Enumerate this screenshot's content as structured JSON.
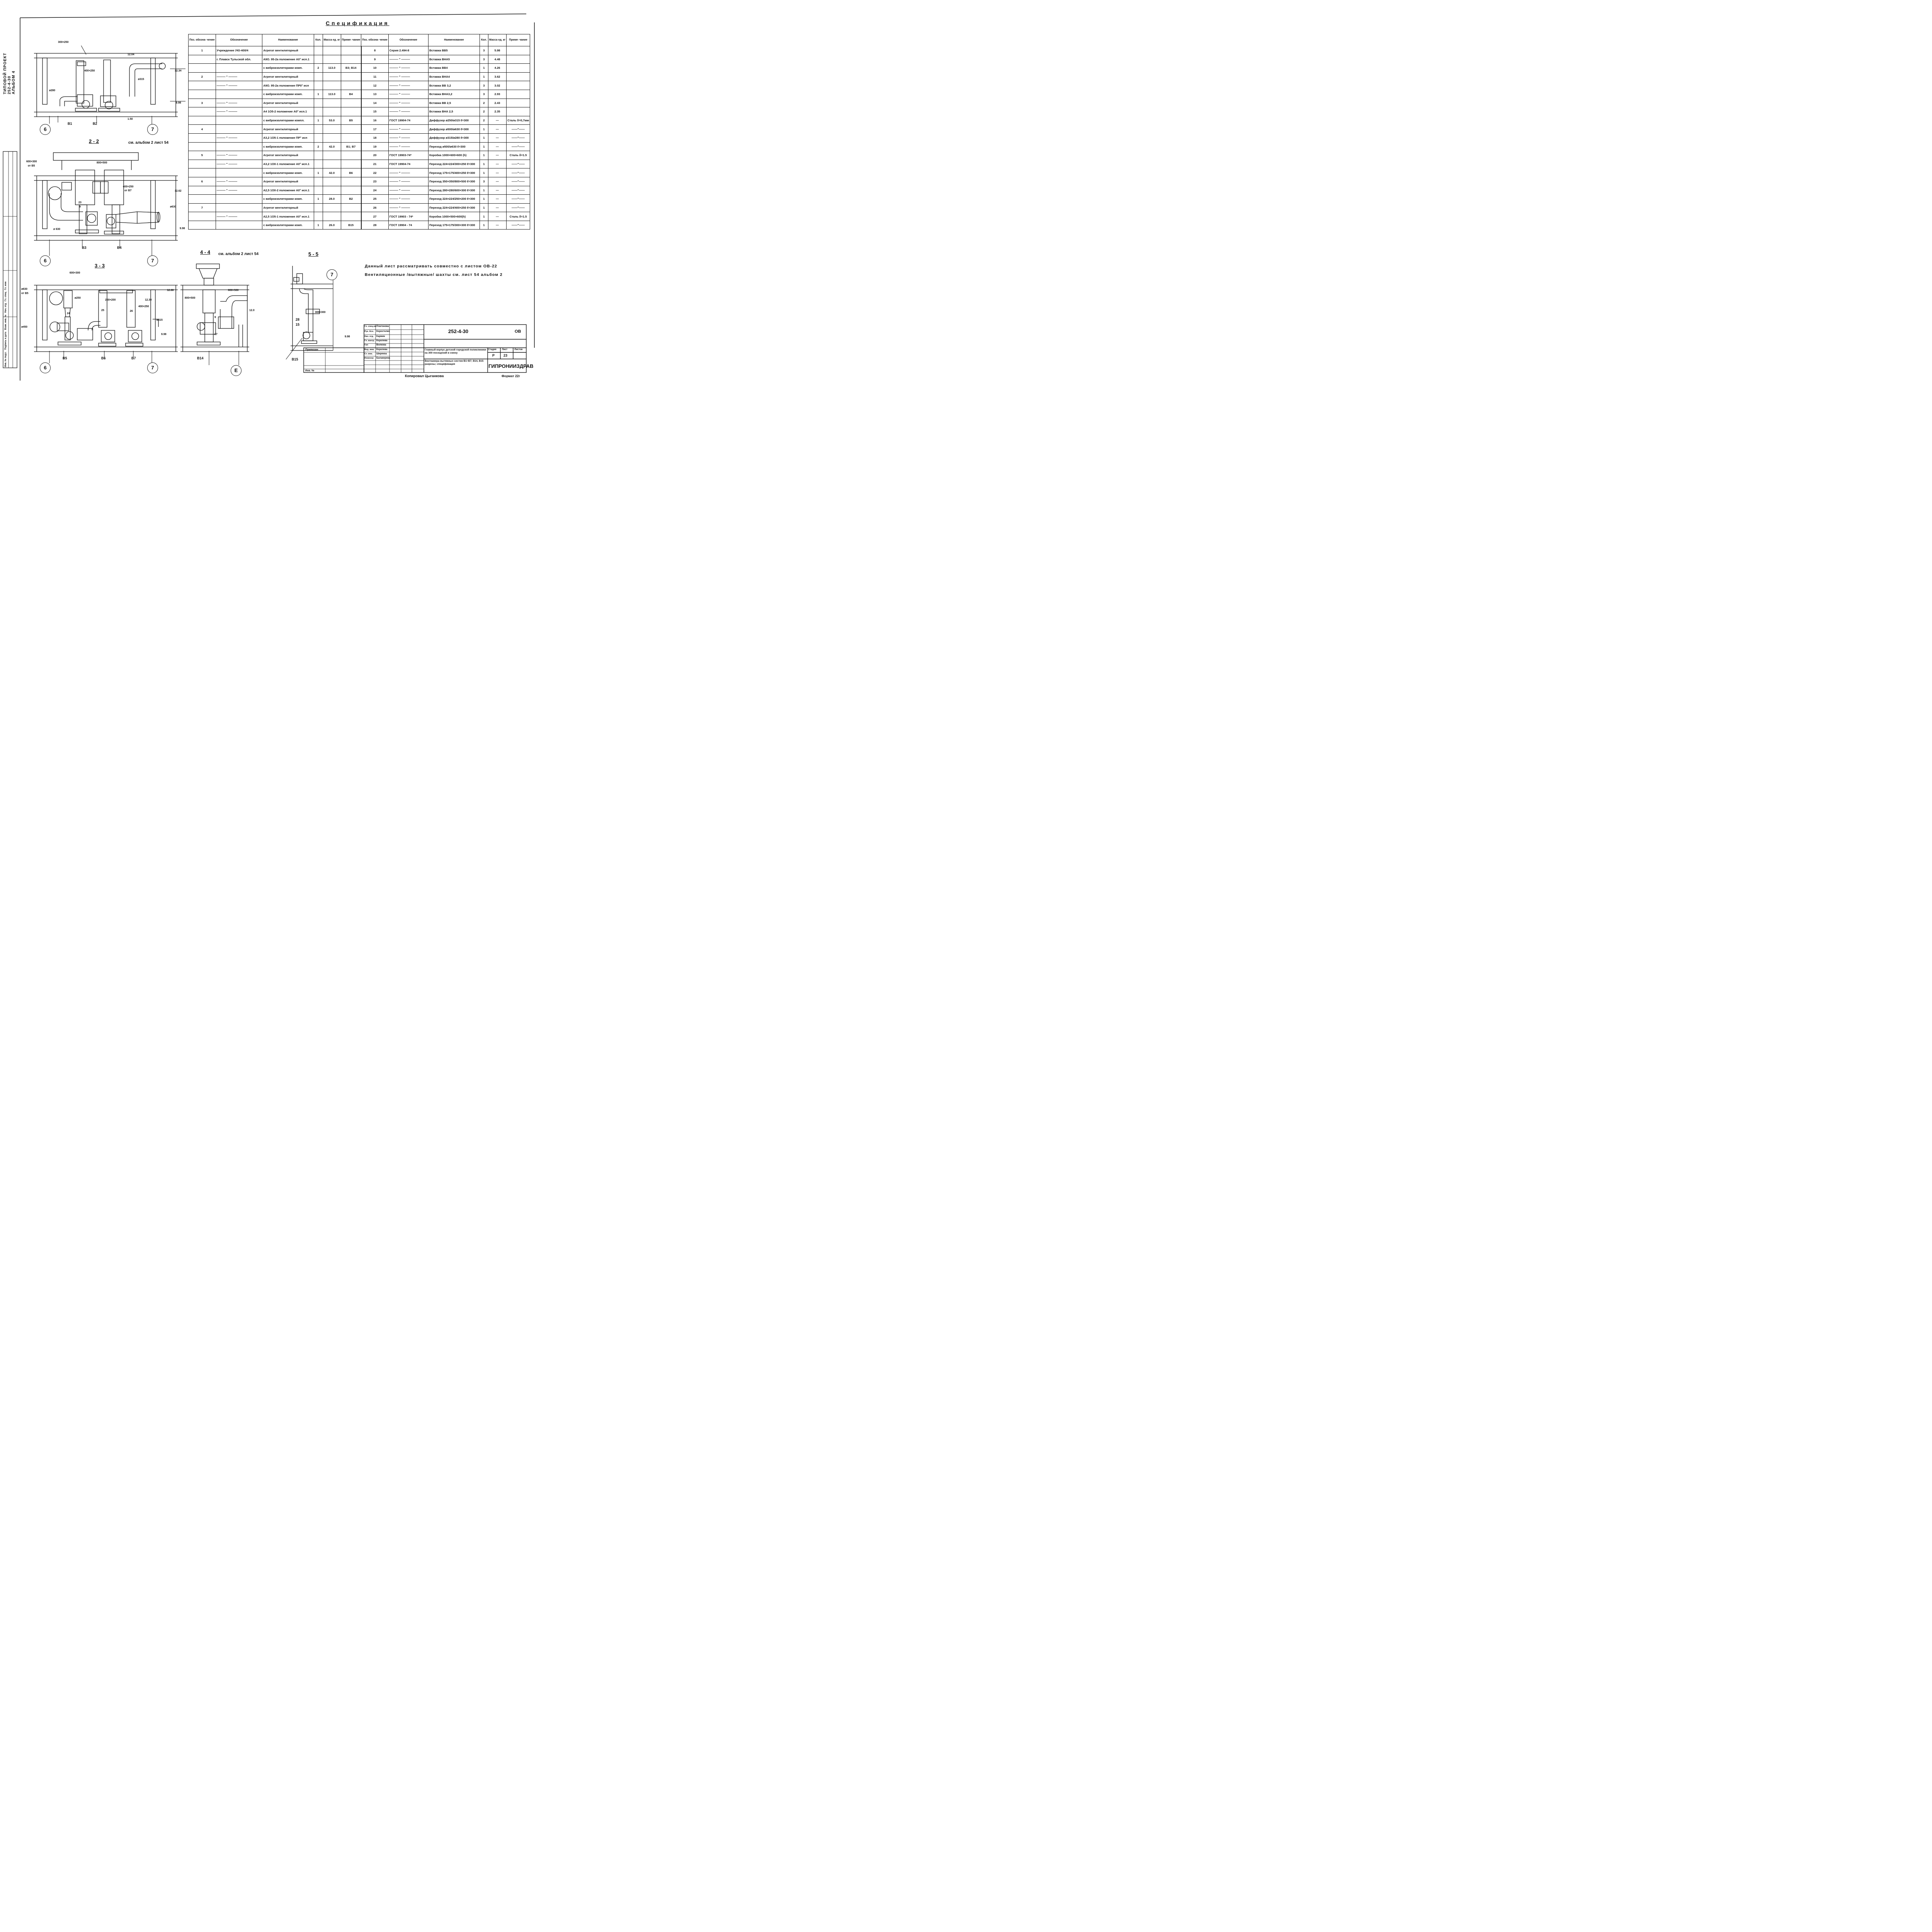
{
  "side_label": [
    "ТИПОВОЙ ПРОЕКТ",
    "252-4-30",
    "АЛЬБОМ 4"
  ],
  "spec": {
    "title": "Спецификация",
    "headers": [
      "Поз. обозна- чение",
      "Обозначение",
      "Наименование",
      "Кол.",
      "Масса ед. кг",
      "Приме- чание"
    ],
    "left_rows": [
      [
        "1",
        "Учреждение УЮ-400/4",
        "Агрегат вентиляторный",
        "",
        "",
        ""
      ],
      [
        "",
        "г. Плавск Тульской обл.",
        "А9О. 95-2а положение А0° исп.1",
        "",
        "",
        ""
      ],
      [
        "",
        "",
        "с виброизоляторами комп.",
        "2",
        "113.0",
        "В3; В14"
      ],
      [
        "2",
        "——— \" ———",
        "Агрегат вентиляторный",
        "",
        "",
        ""
      ],
      [
        "",
        "——— \" ———",
        "А9О. 95-2а положение ПР0° исп",
        "",
        "",
        ""
      ],
      [
        "",
        "",
        "с виброизоляторами комп.",
        "1",
        "113.0",
        "В4"
      ],
      [
        "3",
        "——— \" ———",
        "Агрегат вентиляторный",
        "",
        "",
        ""
      ],
      [
        "",
        "——— \" ———",
        "А4 1О5-2 положение А0° исп.1",
        "",
        "",
        ""
      ],
      [
        "",
        "",
        "с виброизоляторами компл.",
        "1",
        "53.0",
        "В5"
      ],
      [
        "4",
        "",
        "Агрегат вентиляторный",
        "",
        "",
        ""
      ],
      [
        "",
        "——— \" ———",
        "А3,2 1О5-1 положение ПР° исп",
        "",
        "",
        ""
      ],
      [
        "",
        "",
        "с виброизоляторами комп.",
        "2",
        "42.0",
        "В1; В7"
      ],
      [
        "5",
        "——— \" ———",
        "Агрегат вентиляторный",
        "",
        "",
        ""
      ],
      [
        "",
        "——— \" ———",
        "А3,2 1О0-1 положение А0° исп.1",
        "",
        "",
        ""
      ],
      [
        "",
        "",
        "с виброизоляторами комп.",
        "1",
        "42.0",
        "В6"
      ],
      [
        "6",
        "——— \" ———",
        "Агрегат вентиляторный",
        "",
        "",
        ""
      ],
      [
        "",
        "——— \" ———",
        "А2,5 1О0-2 положение А0° исп.1",
        "",
        "",
        ""
      ],
      [
        "",
        "",
        "с виброизоляторами комп.",
        "1",
        "28.0",
        "В2"
      ],
      [
        "7",
        "",
        "Агрегат вентиляторный",
        "",
        "",
        ""
      ],
      [
        "",
        "——— \" ———",
        "А2,5 1О5-1 положение А0° исп.1",
        "",
        "",
        ""
      ],
      [
        "",
        "",
        "с виброизоляторами комп.",
        "1",
        "26.0",
        "В15"
      ]
    ],
    "right_rows": [
      [
        "8",
        "Серия 2.494-8",
        "Вставка ВВ5",
        "3",
        "5.98",
        ""
      ],
      [
        "9",
        "——— \" ———",
        "Вставка ВНА5",
        "3",
        "4.48",
        ""
      ],
      [
        "10",
        "——— \" ———",
        "Вставка ВВ4",
        "1",
        "4.26",
        ""
      ],
      [
        "11",
        "——— \" ———",
        "Вставка ВНА4",
        "1",
        "3.62",
        ""
      ],
      [
        "12",
        "——— \" ———",
        "Вставка ВВ 3,2",
        "3",
        "3.02",
        ""
      ],
      [
        "13",
        "——— \" ———",
        "Вставка ВНА3,2",
        "3",
        "2.93",
        ""
      ],
      [
        "14",
        "——— \" ———",
        "Вставка ВВ 2,5",
        "2",
        "2.43",
        ""
      ],
      [
        "15",
        "——— \" ———",
        "Вставка ВНА 2,5",
        "2",
        "2.35",
        ""
      ],
      [
        "16",
        "ГОСТ 19904-74",
        "Диффузор ø250/ø315 ℓ=300",
        "2",
        "—",
        "Сталь δ=0,7мм"
      ],
      [
        "17",
        "——— \" ———",
        "Диффузор ø500/ø630 ℓ=300",
        "1",
        "—",
        "——\"——"
      ],
      [
        "18",
        "——— \" ———",
        "Диффузор ø315/ø280 ℓ=300",
        "1",
        "—",
        "——\"——"
      ],
      [
        "19",
        "——— \" ———",
        "Переход ø500/ø630 ℓ=300",
        "1",
        "—",
        "——\"——"
      ],
      [
        "20",
        "ГОСТ 19903-74*",
        "Коробка 1000×600×600 (h)",
        "1",
        "—",
        "Сталь δ=1.5"
      ],
      [
        "21",
        "ГОСТ 19904-74",
        "Переход 224×224/300×250 ℓ=300",
        "1",
        "—",
        "——\"——"
      ],
      [
        "22",
        "——— \" ———",
        "Переход 175×175/400×250 ℓ=300",
        "1",
        "—",
        "——\"——"
      ],
      [
        "23",
        "——— \" ———",
        "Переход 350×350/800×500 ℓ=300",
        "3",
        "—",
        "——\"——"
      ],
      [
        "24",
        "——— \" ———",
        "Переход 280×280/600×300 ℓ=300",
        "1",
        "—",
        "——\"——"
      ],
      [
        "25",
        "——— \" ———",
        "Переход 224×224/250×200 ℓ=300",
        "1",
        "—",
        "——\"——"
      ],
      [
        "26",
        "——— \" ———",
        "Переход 224×224/400×250 ℓ=300",
        "1",
        "—",
        "——\"——"
      ],
      [
        "27",
        "ГОСТ 19903 - 74*",
        "Коробка 1000×500×600(h)",
        "1",
        "—",
        "Сталь δ=1.5"
      ],
      [
        "28",
        "ГОСТ 19904 - 74",
        "Переход 175×175/300×300 ℓ=300",
        "1",
        "—",
        "——\"——"
      ]
    ]
  },
  "notes": [
    "Данный лист рассматривать совместно с листом ОВ-22",
    "Вентиляционные /вытяжные/ шахты см. лист 54 альбом 2"
  ],
  "sections": {
    "s22": "2 - 2",
    "s33": "3 - 3",
    "s44": "4 - 4",
    "s55": "5 - 5",
    "ref_album_a": "см. альбом 2 лист 54",
    "ref_album_b": "см. альбом 2 лист 54"
  },
  "axes": {
    "a6": "6",
    "a7": "7",
    "aE": "Е"
  },
  "labels": {
    "s1": [
      "300×250",
      "400×250",
      "12.34",
      "12.04",
      "9.98",
      "ø280",
      "ø315",
      "В1",
      "В2",
      "1.50"
    ],
    "s22": [
      "800×500",
      "600×300",
      "от В5",
      "400×250",
      "от В7",
      "ø630",
      "ø 630",
      "12.62",
      "9.98",
      "В3",
      "В4",
      "23",
      "9"
    ],
    "s33": [
      "600×300",
      "ø630",
      "от В5",
      "ø250",
      "250×200",
      "400×250",
      "ø450",
      "ø315",
      "12.88",
      "12.30",
      "9.98",
      "В5",
      "В6",
      "В7",
      "24",
      "25",
      "26"
    ],
    "s44": [
      "800×500",
      "800×500",
      "12.0",
      "В14",
      "9",
      "27"
    ],
    "s55": [
      "300×300",
      "9.98",
      "28",
      "15",
      "В15"
    ]
  },
  "stamp": {
    "code": "252-4-30",
    "section": "ОВ",
    "object": "Главный корпус детской городской поликлиники на 300 посещений в смену",
    "sheet_title": "Венткамера вытяжных систем В1÷В7; В14, В15 разрезы; спецификация",
    "stage_h": "Стадия",
    "sheet_h": "Лист",
    "sheets_h": "Листов",
    "stage": "Р",
    "sheet": "23",
    "sheets": "",
    "org": "ГИПРОНИИЗДРАВ",
    "attached": "Привязан",
    "inv": "Инв. №",
    "roles": [
      "Гл. спец.ов",
      "Рук. Асн.",
      "Нач. отд.",
      "Гл. контр.",
      "Гип",
      "Вед. инж.",
      "Ст. инж.",
      "Инженер"
    ],
    "names": [
      "Платонова",
      "Коростелев",
      "Кармин",
      "Королева",
      "Волкова",
      "Королева",
      "Ширяева",
      "Балакирева"
    ],
    "copied": "Копировал Цыганкова",
    "format": "Формат 22г"
  },
  "left_strip": [
    "Инв. № подл.",
    "Подпись и дата",
    "Взам. инв. №",
    "Нач. отд",
    "Гл. спец",
    "Гл. инж"
  ]
}
